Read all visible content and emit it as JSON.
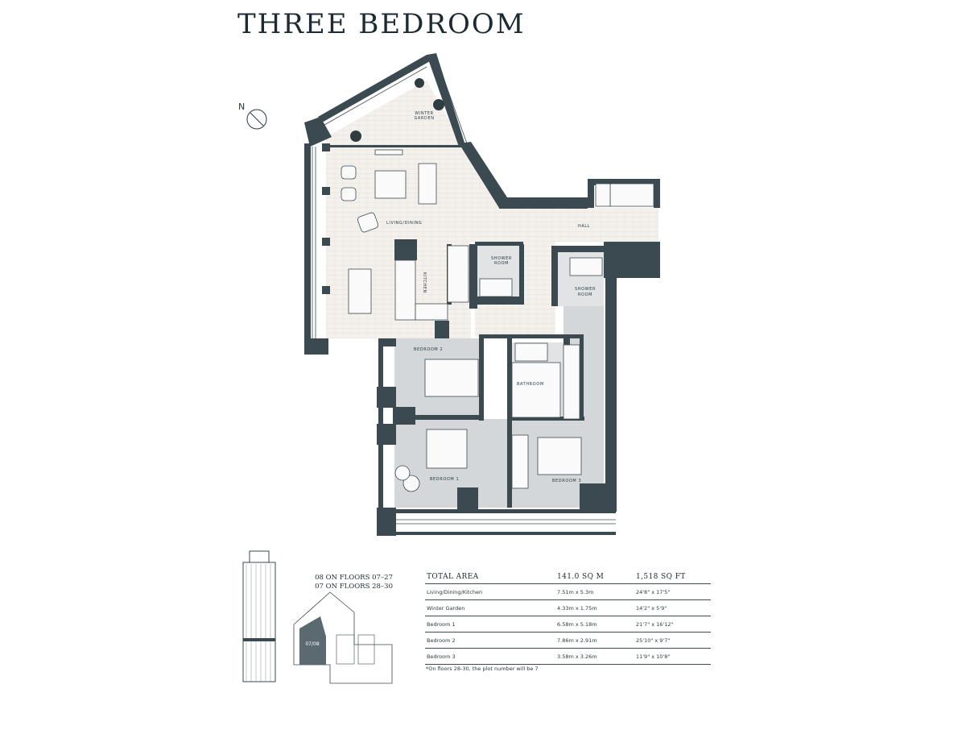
{
  "title": "THREE BEDROOM",
  "compass": {
    "label": "N"
  },
  "rooms": {
    "winter_garden": [
      "WINTER",
      "GARDEN"
    ],
    "living_dining": "LIVING/DINING",
    "kitchen": "KITCHEN",
    "hall": "HALL",
    "shower_room_1": [
      "SHOWER",
      "ROOM"
    ],
    "shower_room_2": [
      "SHOWER",
      "ROOM"
    ],
    "bedroom_2": "BEDROOM 2",
    "bedroom_1": "BEDROOM 1",
    "bedroom_3": "BEDROOM 3",
    "bathroom": "BATHROOM"
  },
  "keyplan": {
    "plot_label": "07/08"
  },
  "floors_note": [
    "08 ON FLOORS 07–27",
    "07 ON FLOORS 28–30"
  ],
  "schedule": {
    "headers": [
      "TOTAL AREA",
      "141.0 SQ M",
      "1,518 SQ FT"
    ],
    "rows": [
      [
        "Living/Dining/Kitchen",
        "7.51m x 5.3m",
        "24'8\" x 17'5\""
      ],
      [
        "Winter Garden",
        "4.33m x 1.75m",
        "14'2\" x 5'9\""
      ],
      [
        "Bedroom 1",
        "6.58m x 5.18m",
        "21'7\" x 16'12\""
      ],
      [
        "Bedroom 2",
        "7.86m x 2.91m",
        "25'10\" x 9'7\""
      ],
      [
        "Bedroom 3",
        "3.58m x 3.26m",
        "11'9\" x 10'8\""
      ]
    ],
    "footnote": "*On floors 28-30, the plot number will be 7"
  },
  "colors": {
    "wall": "#3b4a50",
    "floor_wood": "#f2efeb",
    "bedroom_fill": "#d3d6d8",
    "ink": "#1c2a31"
  }
}
